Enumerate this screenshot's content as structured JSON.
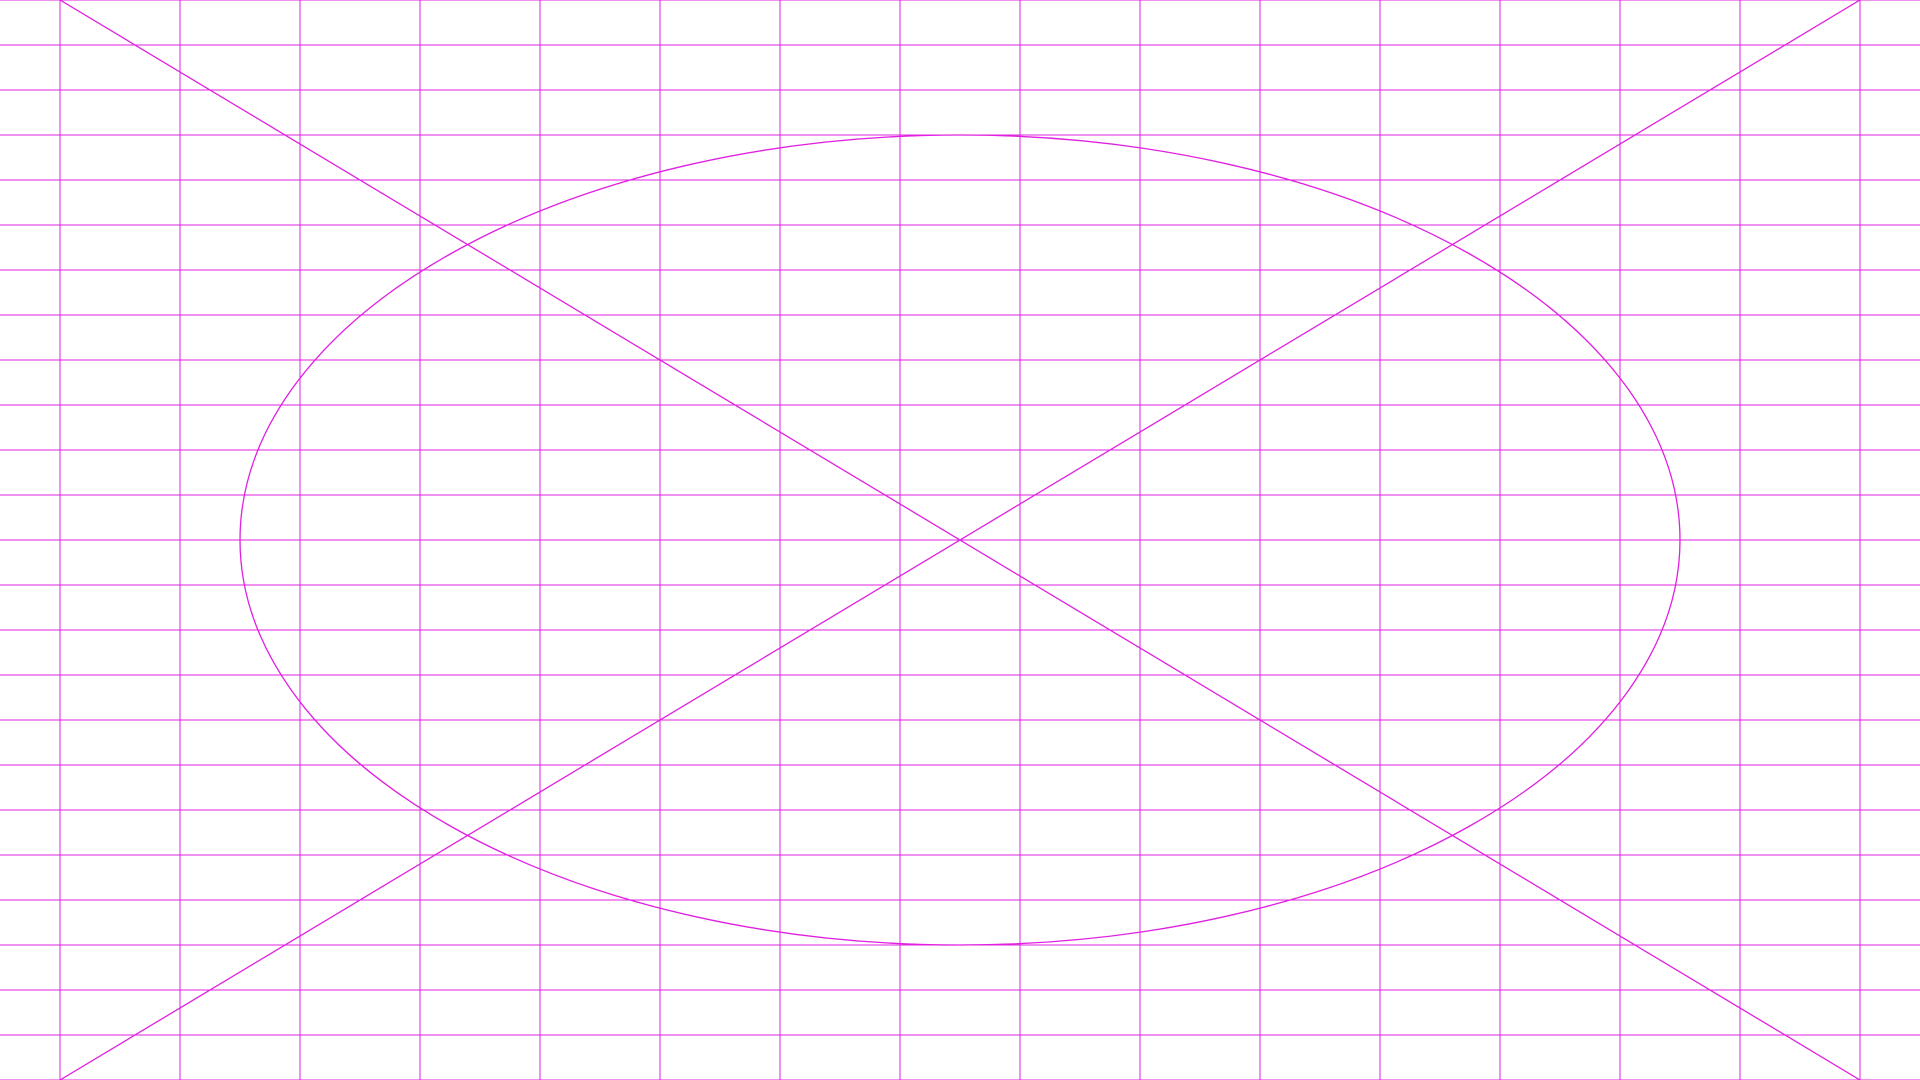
{
  "pattern": {
    "background_color": "#ffffff",
    "line_color": "#e020e0",
    "elements": [
      "grid",
      "diagonal-cross",
      "centered-ellipse"
    ]
  }
}
